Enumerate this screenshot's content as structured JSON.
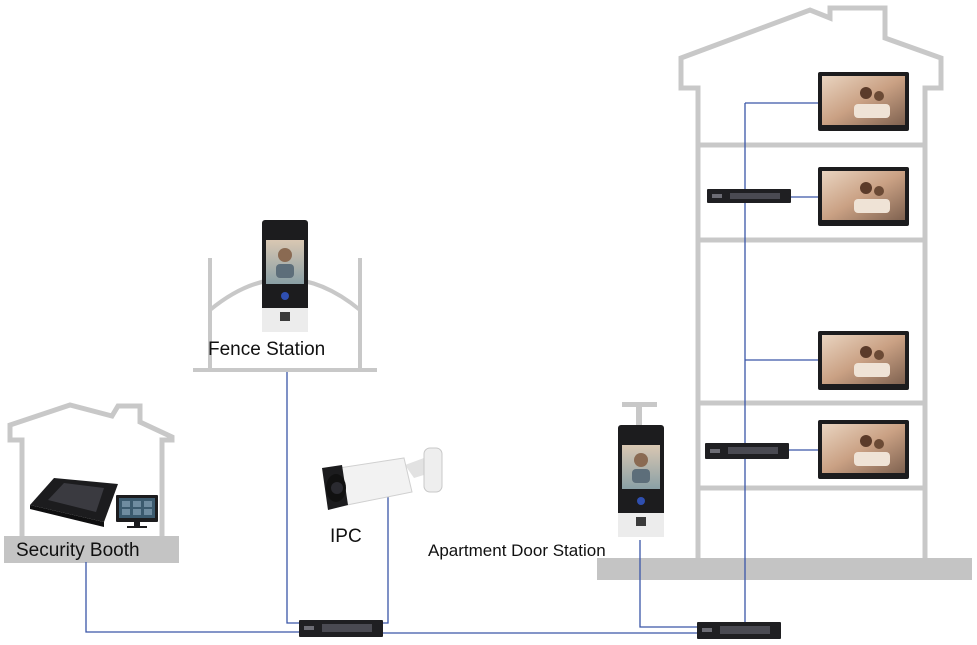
{
  "labels": {
    "fence_station": "Fence Station",
    "ipc": "IPC",
    "security_booth": "Security Booth",
    "apartment_door_station": "Apartment Door Station"
  },
  "colors": {
    "building_outline": "#c8c8c8",
    "ground": "#c4c4c4",
    "cable": "#3a56a8",
    "device_dark": "#1c1c1e",
    "booth_label_bg": "#c4c4c4"
  },
  "icons": [
    "house-outline",
    "fence-arch",
    "door-station-device",
    "bullet-camera",
    "indoor-monitor",
    "network-switch",
    "desk-console",
    "pc-monitor"
  ]
}
